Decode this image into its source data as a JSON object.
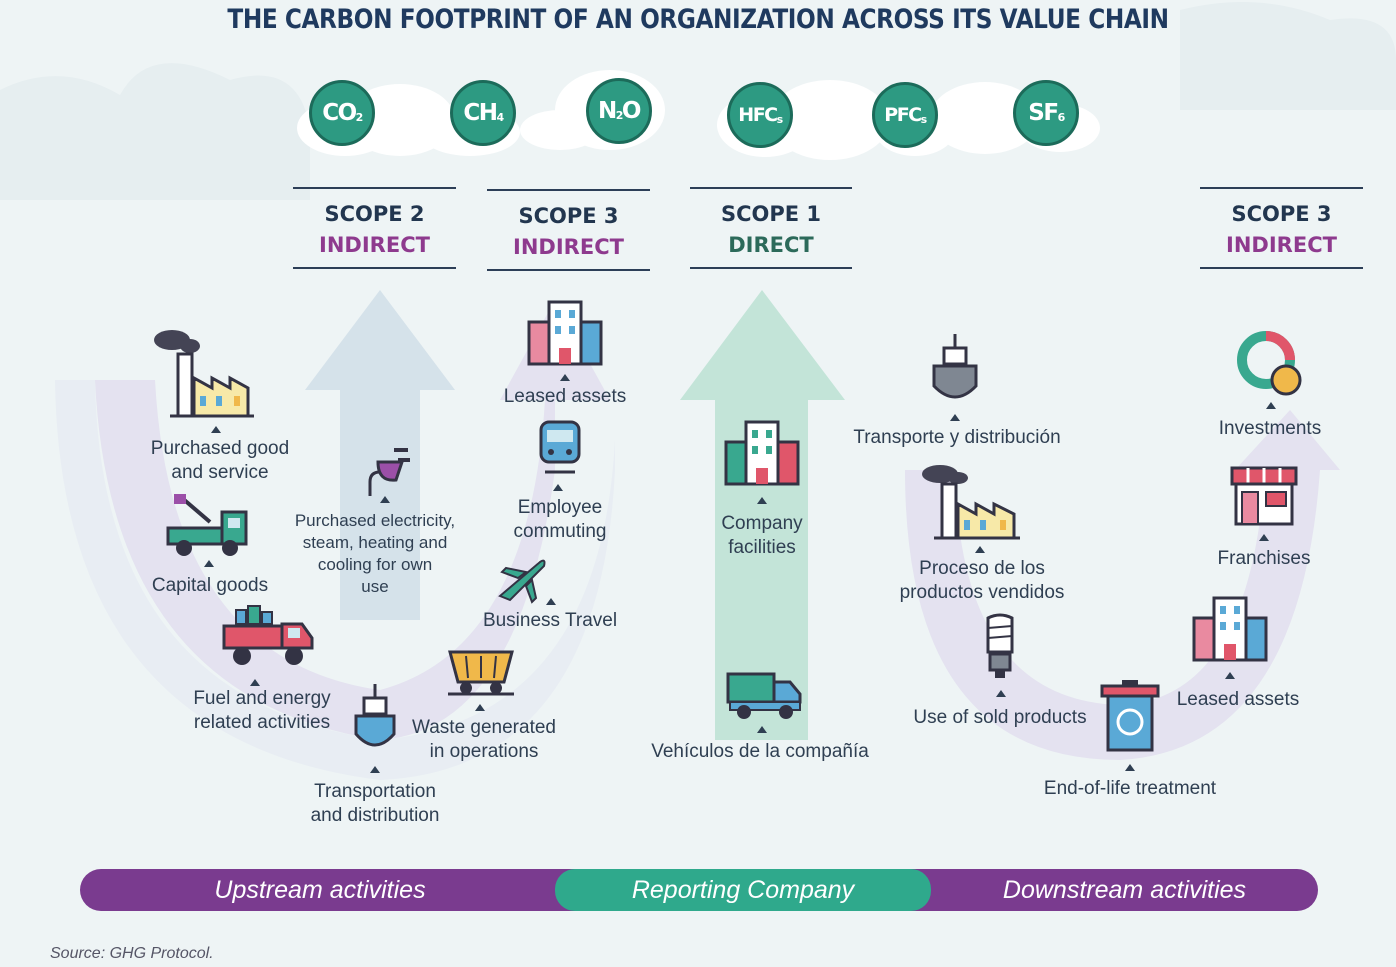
{
  "title": "THE CARBON FOOTPRINT OF AN ORGANIZATION ACROSS ITS VALUE CHAIN",
  "gases": [
    {
      "base": "CO",
      "sub": "2"
    },
    {
      "base": "CH",
      "sub": "4"
    },
    {
      "base": "N",
      "sub": "2",
      "tail": "O"
    },
    {
      "base": "HFC",
      "sub": "s"
    },
    {
      "base": "PFC",
      "sub": "s"
    },
    {
      "base": "SF",
      "sub": "6"
    }
  ],
  "scopes": {
    "scope2": {
      "line1": "SCOPE 2",
      "line2": "INDIRECT"
    },
    "scope3_up": {
      "line1": "SCOPE 3",
      "line2": "INDIRECT"
    },
    "scope1": {
      "line1": "SCOPE 1",
      "line2": "DIRECT"
    },
    "scope3_down": {
      "line1": "SCOPE 3",
      "line2": "INDIRECT"
    }
  },
  "upstream": {
    "purchased_goods": "Purchased good\nand service",
    "capital_goods": "Capital goods",
    "fuel_energy": "Fuel and energy\nrelated activities",
    "transportation": "Transportation\nand distribution",
    "purchased_electricity": "Purchased electricity,\nsteam, heating and\ncooling for own\nuse",
    "waste": "Waste generated\nin operations",
    "business_travel": "Business Travel",
    "employee_commuting": "Employee\ncommuting",
    "leased_assets": "Leased assets"
  },
  "reporting": {
    "company_facilities": "Company\nfacilities",
    "vehicles": "Vehículos de la compañía"
  },
  "downstream": {
    "transport": "Transporte y distribución",
    "processing": "Proceso de los\nproductos vendidos",
    "use_sold": "Use of sold products",
    "end_of_life": "End-of-life treatment",
    "leased_assets": "Leased assets",
    "franchises": "Franchises",
    "investments": "Investments"
  },
  "bar": {
    "upstream": "Upstream activities",
    "reporting": "Reporting Company",
    "downstream": "Downstream activities"
  },
  "source": "Source: GHG Protocol.",
  "colors": {
    "purple": "#7a3b8f",
    "teal": "#2d9a82",
    "navy": "#1f3a5f",
    "magenta": "#8e3a8e"
  }
}
